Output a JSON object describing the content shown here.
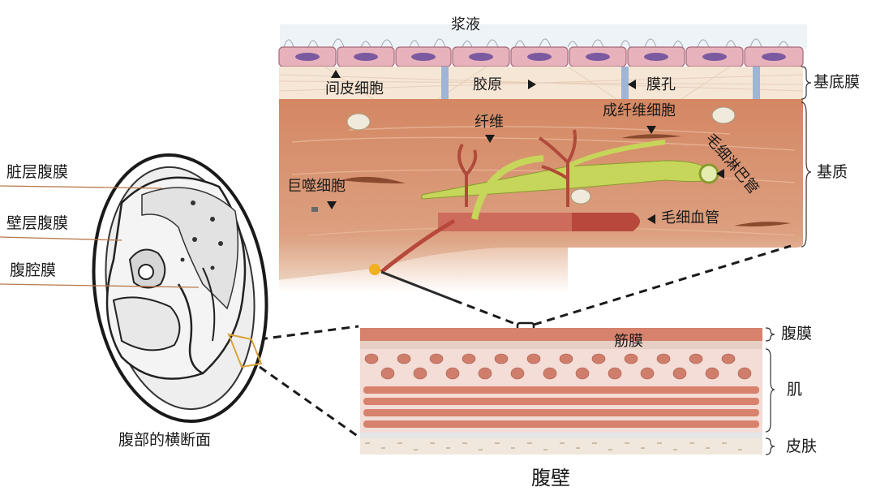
{
  "labels": {
    "serosa": "浆液",
    "mesothelial_cell": "间皮细胞",
    "collagen": "胶原",
    "pore": "膜孔",
    "basement_membrane": "基底膜",
    "fibroblast": "成纤维细胞",
    "fiber": "纤维",
    "lymph_capillary": "毛细淋巴管",
    "matrix": "基质",
    "macrophage": "巨噬细胞",
    "blood_capillary": "毛细血管",
    "visceral_peritoneum": "脏层腹膜",
    "parietal_peritoneum": "壁层腹膜",
    "peritoneal_cavity": "腹腔膜",
    "cross_section": "腹部的横断面",
    "fascia": "筋膜",
    "peritoneum": "腹膜",
    "muscle": "肌",
    "skin": "皮肤",
    "abdominal_wall": "腹壁"
  },
  "colors": {
    "mesothelium": "#e7b2bc",
    "nucleus": "#7b5aa0",
    "basement": "#f6e6d6",
    "pore": "#9fb5d6",
    "matrix": "#d38c6a",
    "vessel": "#c9574a",
    "lymph": "#c6d65a",
    "muscle": "#d7826c",
    "skin": "#f0e8dc"
  }
}
